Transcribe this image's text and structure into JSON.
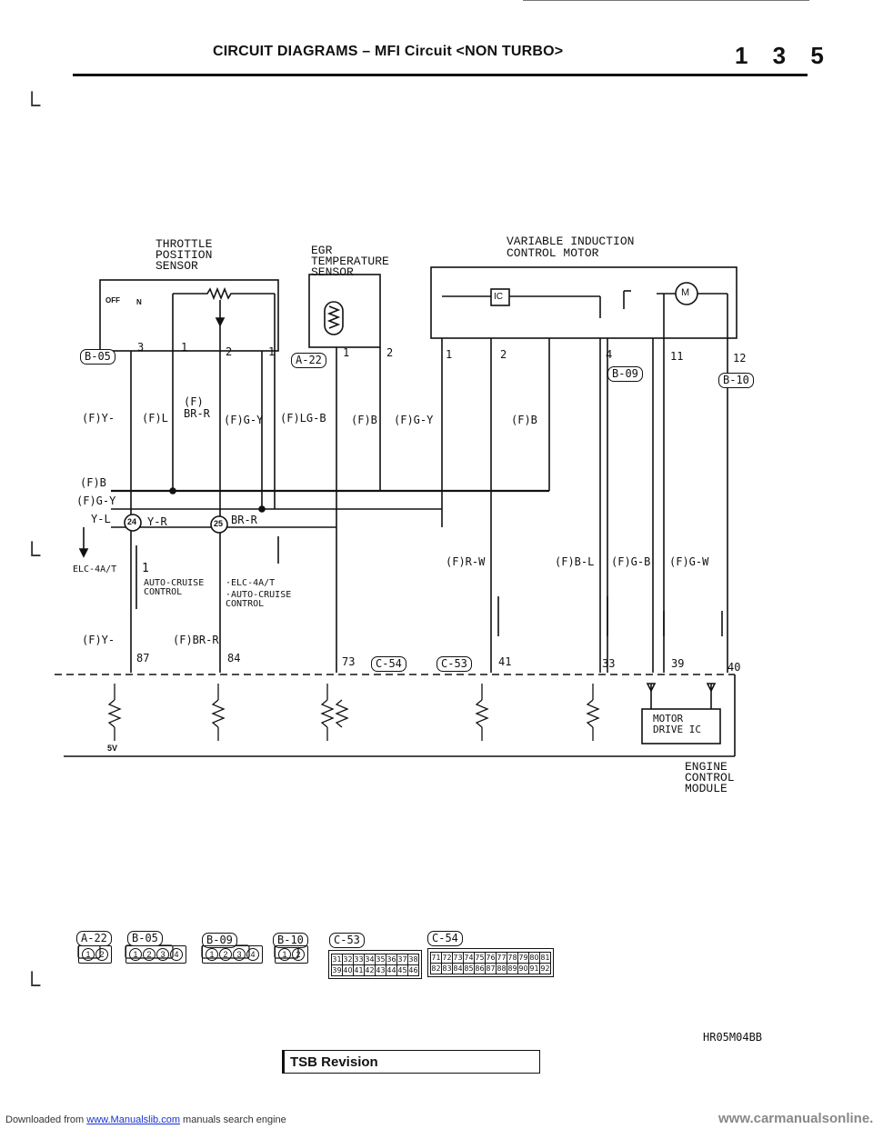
{
  "header": {
    "title": "CIRCUIT DIAGRAMS – MFI Circuit <NON TURBO>",
    "page_number": "1 3 5"
  },
  "components": {
    "throttle_position_sensor": [
      "THROTTLE",
      "POSITION",
      "SENSOR"
    ],
    "egr_temperature_sensor": [
      "EGR",
      "TEMPERATURE",
      "SENSOR"
    ],
    "variable_induction_control_motor": [
      "VARIABLE INDUCTION",
      "CONTROL MOTOR"
    ],
    "engine_control_module": [
      "ENGINE",
      "CONTROL",
      "MODULE"
    ],
    "motor_drive_ic": [
      "MOTOR",
      "DRIVE IC"
    ],
    "ic_label": "IC",
    "motor_symbol": "M"
  },
  "connectors": {
    "b05": "B-05",
    "a22": "A-22",
    "b09": "B-09",
    "b10": "B-10",
    "c54": "C-54",
    "c53": "C-53"
  },
  "sensor_labels": {
    "off": "OFF",
    "n": "N"
  },
  "pins": {
    "b05_pin3": "3",
    "b05_pin1": "1",
    "b05_pin2": "2",
    "b05_pin1b": "1",
    "a22_pin1": "1",
    "a22_pin2": "2",
    "vic_pin1": "1",
    "vic_pin2": "2",
    "b09_pin4": "4",
    "b10_pin11": "11",
    "b10_pin12": "12",
    "ecm_pin87": "87",
    "ecm_pin84": "84",
    "ecm_pin73": "73",
    "ecm_pin41": "41",
    "ecm_pin33": "33",
    "ecm_pin39": "39",
    "ecm_pin40": "40"
  },
  "wires": {
    "fy": "(F)Y-",
    "fl": "(F)L",
    "fbr_top": "(F)",
    "fbr_bottom": "BR-R",
    "fgy": "(F)G-Y",
    "flgb": "(F)LG-B",
    "fb": "(F)B",
    "fgy2": "(F)G-Y",
    "fb2": "(F)B",
    "fb_left": "(F)B",
    "fgy_left": "(F)G-Y",
    "yl": "Y-L",
    "yr": "Y-R",
    "brr": "BR-R",
    "frw": "(F)R-W",
    "fbl": "(F)B-L",
    "fgb": "(F)G-B",
    "fgw": "(F)G-W",
    "fy_lower": "(F)Y-",
    "fbrr_lower": "(F)BR-R"
  },
  "splices": {
    "s24": "24",
    "s25": "25"
  },
  "variants": {
    "elc_left": "ELC-4A/T",
    "num1": "1",
    "auto_cruise_left": [
      "AUTO-CRUISE",
      "CONTROL"
    ],
    "elc_right": "·ELC-4A/T",
    "auto_cruise_right": [
      "·AUTO-CRUISE",
      "CONTROL"
    ]
  },
  "ecm_labels": {
    "v5": "5V"
  },
  "connector_views": {
    "labels": [
      "A-22",
      "B-05",
      "B-09",
      "B-10",
      "C-53",
      "C-54"
    ],
    "a22_pins": [
      "1",
      "2"
    ],
    "b05_pins": [
      "1",
      "2",
      "3",
      "4"
    ],
    "b09_pins": [
      "1",
      "2",
      "3",
      "4"
    ],
    "b10_pins": [
      "1",
      "2"
    ],
    "c53_row1": [
      "31",
      "32",
      "33",
      "34",
      "35",
      "36",
      "37",
      "38"
    ],
    "c53_row2": [
      "39",
      "40",
      "41",
      "42",
      "43",
      "44",
      "45",
      "46"
    ],
    "c54_row1": [
      "71",
      "72",
      "73",
      "74",
      "75",
      "76",
      "77",
      "78",
      "79",
      "80",
      "81"
    ],
    "c54_row2": [
      "82",
      "83",
      "84",
      "85",
      "86",
      "87",
      "88",
      "89",
      "90",
      "91",
      "92"
    ]
  },
  "figure_code": "HR05M04BB",
  "tsb_revision": "TSB Revision",
  "footer": {
    "prefix": "Downloaded from",
    "link": "www.Manualslib.com",
    "suffix": "manuals search engine"
  },
  "watermark": "www.carmanualsonline.info"
}
